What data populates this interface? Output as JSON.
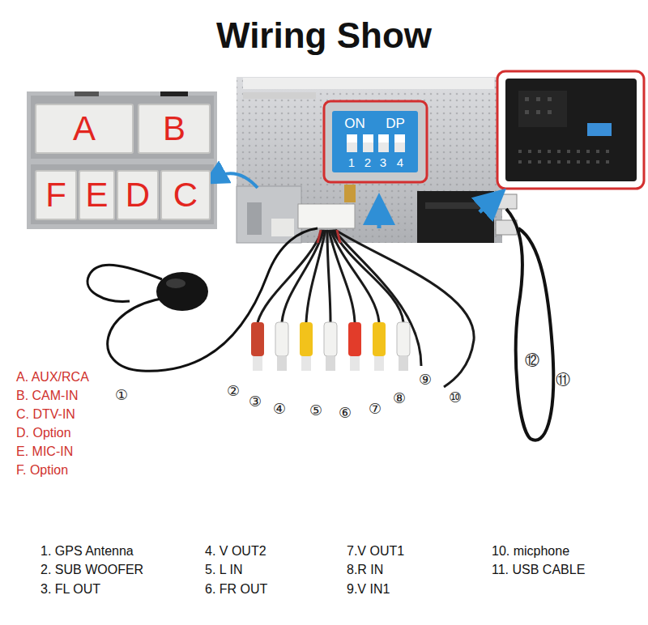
{
  "diagram": {
    "title": "Wiring Show",
    "nodes": [
      {
        "text": [
          "A"
        ]
      },
      {
        "text": [
          "B"
        ]
      },
      {
        "text": [
          "F"
        ]
      },
      {
        "text": [
          "E"
        ]
      },
      {
        "text": [
          "D"
        ]
      },
      {
        "text": [
          "C"
        ]
      }
    ],
    "labels": [
      "ON",
      "DP",
      "1",
      "2",
      "3",
      "4",
      "①",
      "②",
      "③",
      "④",
      "⑤",
      "⑥",
      "⑦",
      "⑧",
      "⑨",
      "⑩",
      "⑪",
      "⑫",
      "A. AUX/RCA",
      "B. CAM-IN",
      "C. DTV-IN",
      "D. Option",
      "E. MIC-IN",
      "F. Option",
      "1. GPS Antenna",
      "2. SUB WOOFER",
      "3. FL OUT",
      "4. V OUT2",
      "5. L IN",
      "6. FR OUT",
      "7.V OUT1",
      "8.R IN",
      "9.V IN1",
      "10. micphone",
      "11. USB CABLE"
    ]
  }
}
